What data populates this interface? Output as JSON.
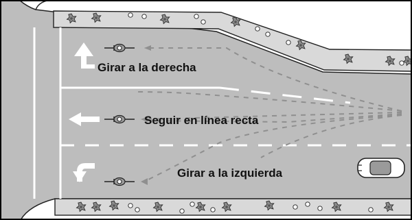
{
  "labels": {
    "right_turn": "Girar a la derecha",
    "straight": "Seguir en línea recta",
    "left_turn": "Girar a la izquierda"
  },
  "colors": {
    "road": "#bdbdbd",
    "curb": "#ffffff",
    "median": "#d9d9d9",
    "lane_line": "#ffffff",
    "path": "#8f8f8f",
    "ink": "#111111",
    "frame": "#000000"
  },
  "icons": [
    "bicycle-icon",
    "car-icon",
    "bush-icon",
    "arrow-right-turn-icon",
    "arrow-straight-icon",
    "arrow-left-turn-icon"
  ]
}
